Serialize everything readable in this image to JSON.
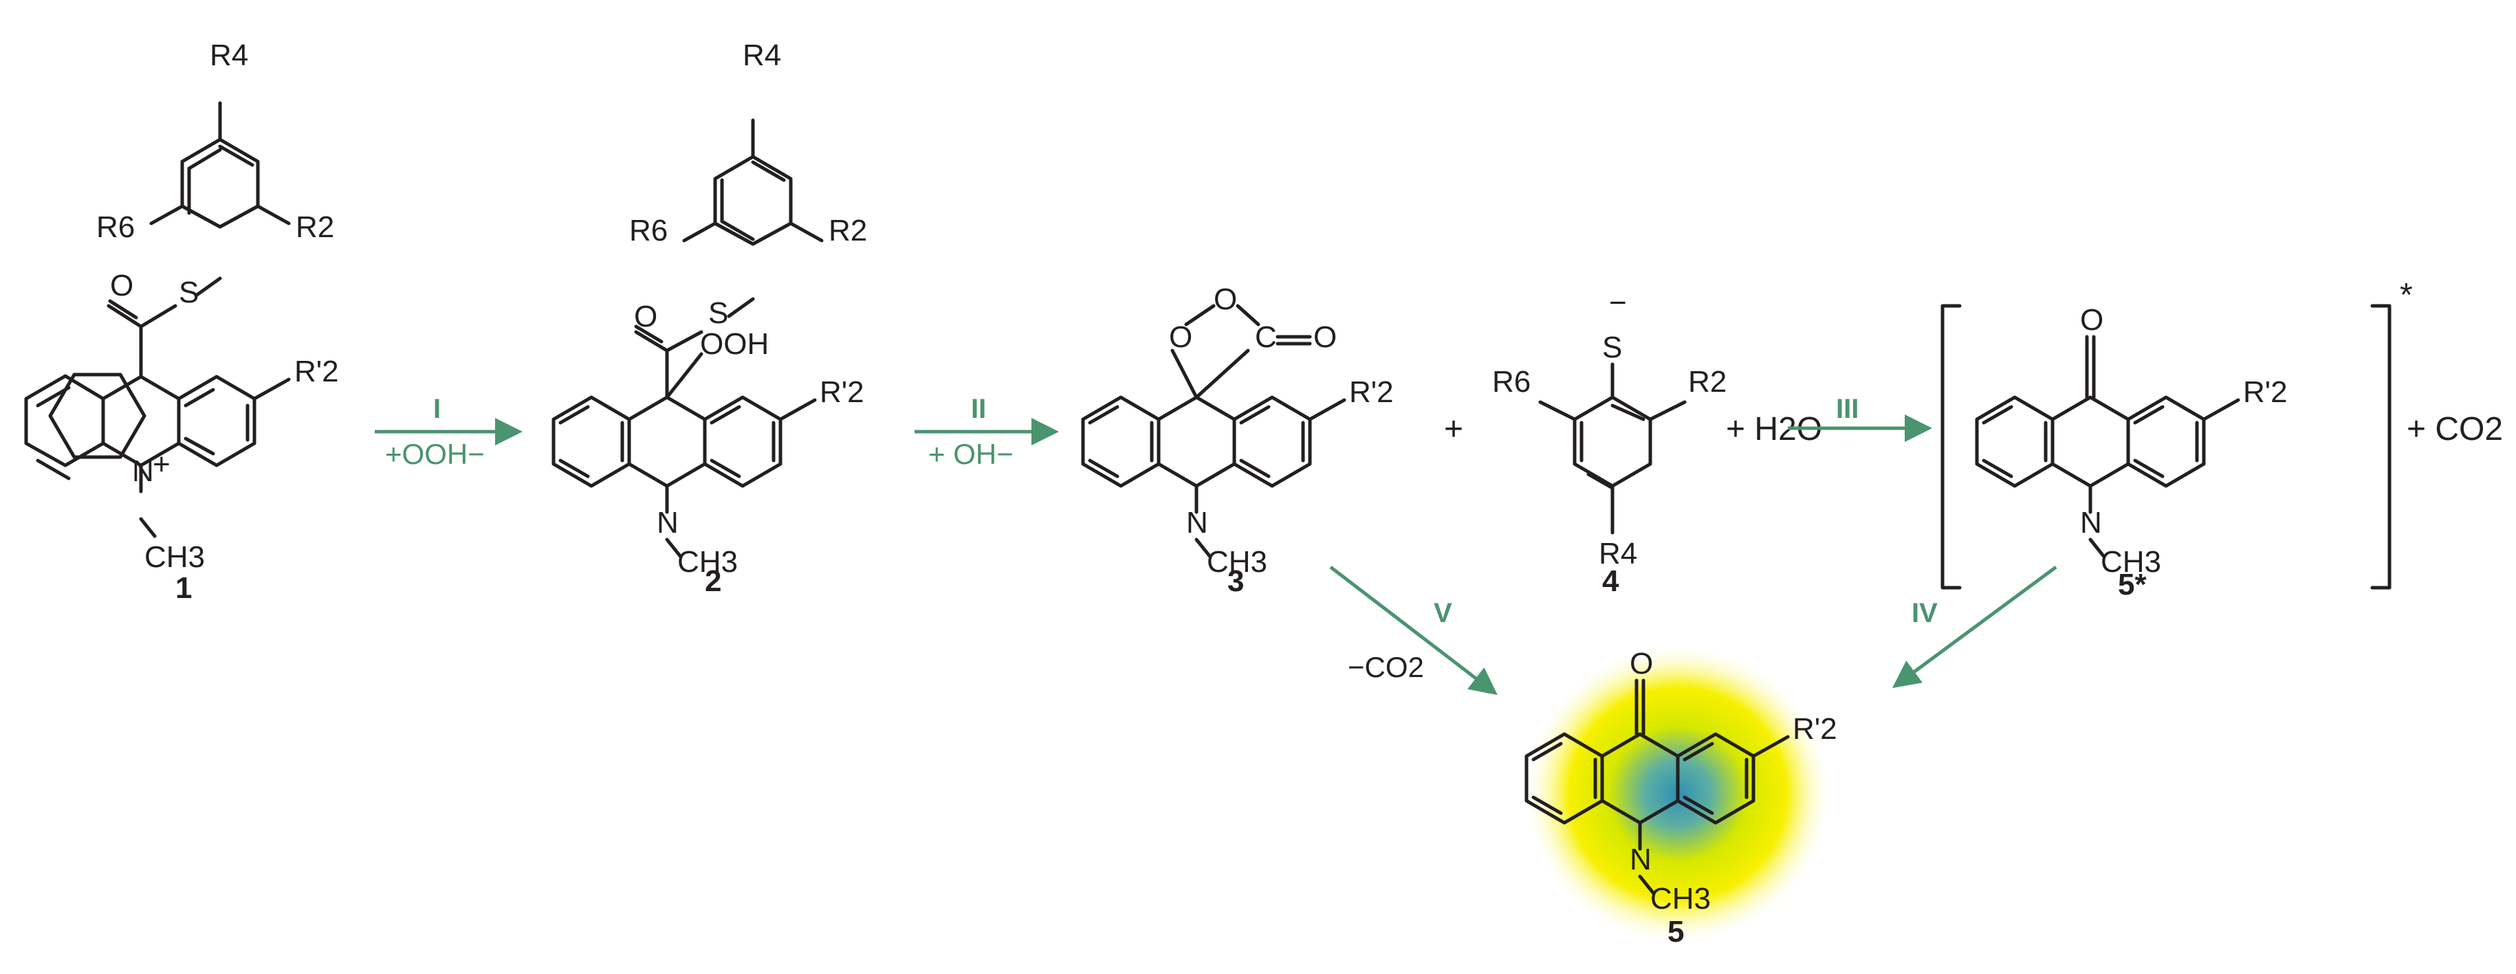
{
  "colors": {
    "ink": "#231f20",
    "arrow": "#4a9470",
    "glow_outer": "#f7f000",
    "glow_center": "#2e8fb6"
  },
  "compounds": {
    "c1": {
      "number": "1",
      "N_substituent": "CH3",
      "charge": "+",
      "sub_R2prime": "R'2",
      "sub_R2": "R2",
      "sub_R4": "R4",
      "sub_R6": "R6",
      "O": "O",
      "S": "S"
    },
    "c2": {
      "number": "2",
      "N_label": "N",
      "N_substituent": "CH3",
      "OOH": "OOH",
      "sub_R2prime": "R'2",
      "sub_R2": "R2",
      "sub_R4": "R4",
      "sub_R6": "R6",
      "O": "O",
      "S": "S"
    },
    "c3": {
      "number": "3",
      "N_label": "N",
      "N_substituent": "CH3",
      "sub_R2prime": "R'2",
      "ring_O1": "O",
      "ring_O2": "O",
      "carbonyl_C": "C",
      "carbonyl_O": "O"
    },
    "c4": {
      "number": "4",
      "S_anion": "S",
      "charge": "−",
      "sub_R2": "R2",
      "sub_R4": "R4",
      "sub_R6": "R6"
    },
    "c5star": {
      "number": "5*",
      "N_label": "N",
      "N_substituent": "CH3",
      "O": "O",
      "sub_R2prime": "R'2",
      "excited_mark": "*"
    },
    "c5": {
      "number": "5",
      "N_label": "N",
      "N_substituent": "CH3",
      "O": "O",
      "sub_R2prime": "R'2"
    }
  },
  "steps": {
    "I": {
      "label": "I",
      "reagent": "+OOH−"
    },
    "II": {
      "label": "II",
      "reagent": "+ OH−"
    },
    "III": {
      "label": "III"
    },
    "IV": {
      "label": "IV"
    },
    "V": {
      "label": "V",
      "reagent": "−CO2"
    }
  },
  "operators": {
    "plus_between_3_4": "+",
    "plus_water": "+ H2O",
    "plus_co2": "+ CO2"
  }
}
